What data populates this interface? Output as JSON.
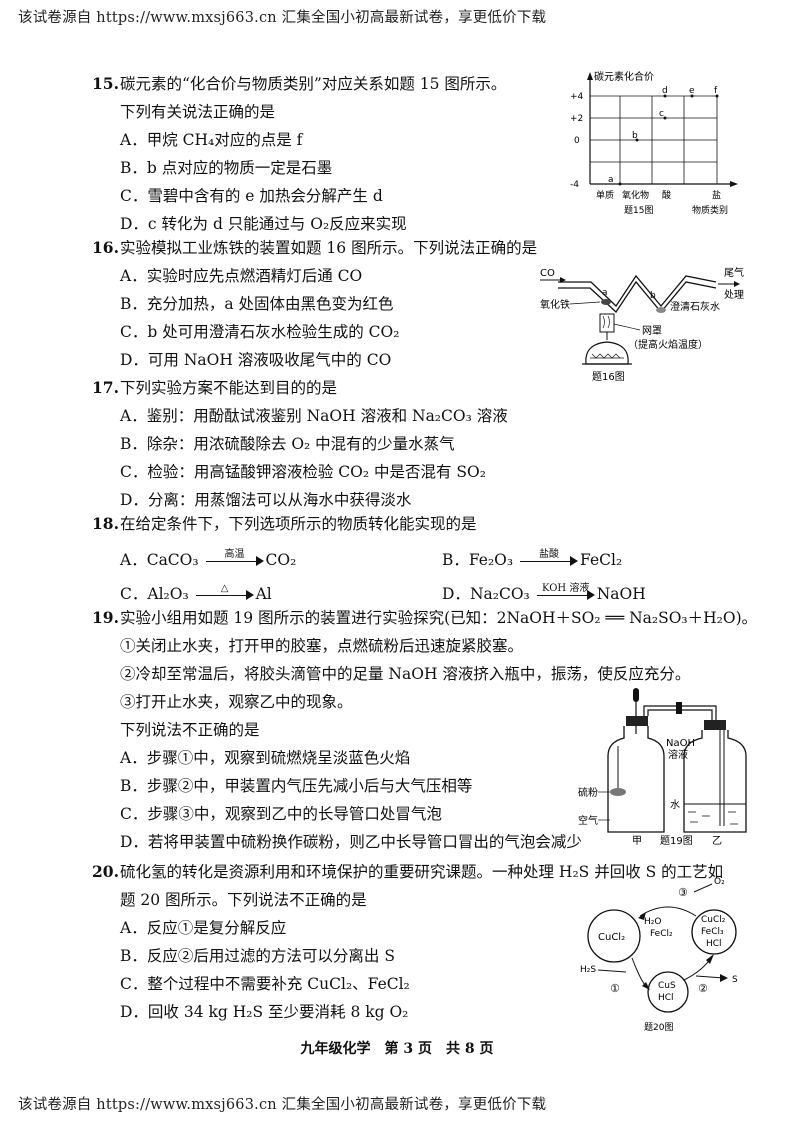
{
  "header": "该试卷源自 https://www.mxsj663.cn 汇集全国小初高最新试卷，享更低价下载",
  "footer": "该试卷源自 https://www.mxsj663.cn 汇集全国小初高最新试卷，享更低价下载",
  "page_number": "九年级化学　第 3 页　共 8 页",
  "q15": {
    "num": "15.",
    "stem": "碳元素的“化合价与物质类别”对应关系如题 15 图所示。",
    "sub": "下列有关说法正确的是",
    "options": [
      "A．甲烷 CH₄对应的点是 f",
      "B．b 点对应的物质一定是石墨",
      "C．雪碧中含有的 e 加热会分解产生 d",
      "D．c 转化为 d 只能通过与 O₂反应来实现"
    ],
    "figure": {
      "ylabel": "碳元素化合价",
      "yticks": [
        "+4",
        "+2",
        "0",
        "-4"
      ],
      "xticks": [
        "单质",
        "氧化物",
        "酸",
        "盐"
      ],
      "xlabel": "物质类别",
      "caption": "题15图",
      "points": [
        "a",
        "b",
        "c",
        "d",
        "e",
        "f"
      ]
    }
  },
  "q16": {
    "num": "16.",
    "stem": "实验模拟工业炼铁的装置如题 16 图所示。下列说法正确的是",
    "options": [
      "A．实验时应先点燃酒精灯后通 CO",
      "B．充分加热，a 处固体由黑色变为红色",
      "C．b 处可用澄清石灰水检验生成的 CO₂",
      "D．可用 NaOH 溶液吸收尾气中的 CO"
    ],
    "figure": {
      "co": "CO",
      "tail": "尾气",
      "tail2": "处理",
      "iron_oxide": "氧化铁",
      "a": "a",
      "b": "b",
      "limewater": "澄清石灰水",
      "net": "网罩",
      "net2": "（提高火焰温度）",
      "caption": "题16图"
    }
  },
  "q17": {
    "num": "17.",
    "stem": "下列实验方案不能达到目的的是",
    "options": [
      "A．鉴别：用酚酞试液鉴别 NaOH 溶液和 Na₂CO₃ 溶液",
      "B．除杂：用浓硫酸除去 O₂ 中混有的少量水蒸气",
      "C．检验：用高锰酸钾溶液检验 CO₂ 中是否混有 SO₂",
      "D．分离：用蒸馏法可以从海水中获得淡水"
    ]
  },
  "q18": {
    "num": "18.",
    "stem": "在给定条件下，下列选项所示的物质转化能实现的是",
    "A": {
      "letter": "A．",
      "left": "CaCO₃",
      "cond": "高温",
      "right": "CO₂"
    },
    "B": {
      "letter": "B．",
      "left": "Fe₂O₃",
      "cond": "盐酸",
      "right": "FeCl₂"
    },
    "C": {
      "letter": "C．",
      "left": "Al₂O₃",
      "cond": "△",
      "right": "Al"
    },
    "D": {
      "letter": "D．",
      "left": "Na₂CO₃",
      "cond": "KOH 溶液",
      "right": "NaOH"
    }
  },
  "q19": {
    "num": "19.",
    "stem": "实验小组用如题 19 图所示的装置进行实验探究(已知：2NaOH＋SO₂ ══ Na₂SO₃＋H₂O)。",
    "steps": [
      "①关闭止水夹，打开甲的胶塞，点燃硫粉后迅速旋紧胶塞。",
      "②冷却至常温后，将胶头滴管中的足量 NaOH 溶液挤入瓶中，振荡，使反应充分。",
      "③打开止水夹，观察乙中的现象。"
    ],
    "sub": "下列说法不正确的是",
    "options": [
      "A．步骤①中，观察到硫燃烧呈淡蓝色火焰",
      "B．步骤②中，甲装置内气压先减小后与大气压相等",
      "C．步骤③中，观察到乙中的长导管口处冒气泡",
      "D．若将甲装置中硫粉换作碳粉，则乙中长导管口冒出的气泡会减少"
    ],
    "figure": {
      "naoh": "NaOH",
      "naoh2": "溶液",
      "sulfur": "硫粉",
      "air": "空气",
      "water": "水",
      "jia": "甲",
      "yi": "乙",
      "caption": "题19图"
    }
  },
  "q20": {
    "num": "20.",
    "stem": "硫化氢的转化是资源利用和环境保护的重要研究课题。一种处理 H₂S 并回收 S 的工艺如",
    "stem2": "题 20 图所示。下列说法不正确的是",
    "options": [
      "A．反应①是复分解反应",
      "B．反应②后用过滤的方法可以分离出 S",
      "C．整个过程中不需要补充 CuCl₂、FeCl₂",
      "D．回收 34 kg H₂S 至少要消耗 8 kg O₂"
    ],
    "figure": {
      "cucl2": "CuCl₂",
      "h2o": "H₂O",
      "fecl2": "FeCl₂",
      "r1": [
        "CuCl₂",
        "FeCl₃",
        "HCl"
      ],
      "cus": [
        "CuS",
        "HCl"
      ],
      "h2s": "H₂S",
      "s": "S",
      "o2": "O₂",
      "c1": "①",
      "c2": "②",
      "c3": "③",
      "caption": "题20图"
    }
  }
}
